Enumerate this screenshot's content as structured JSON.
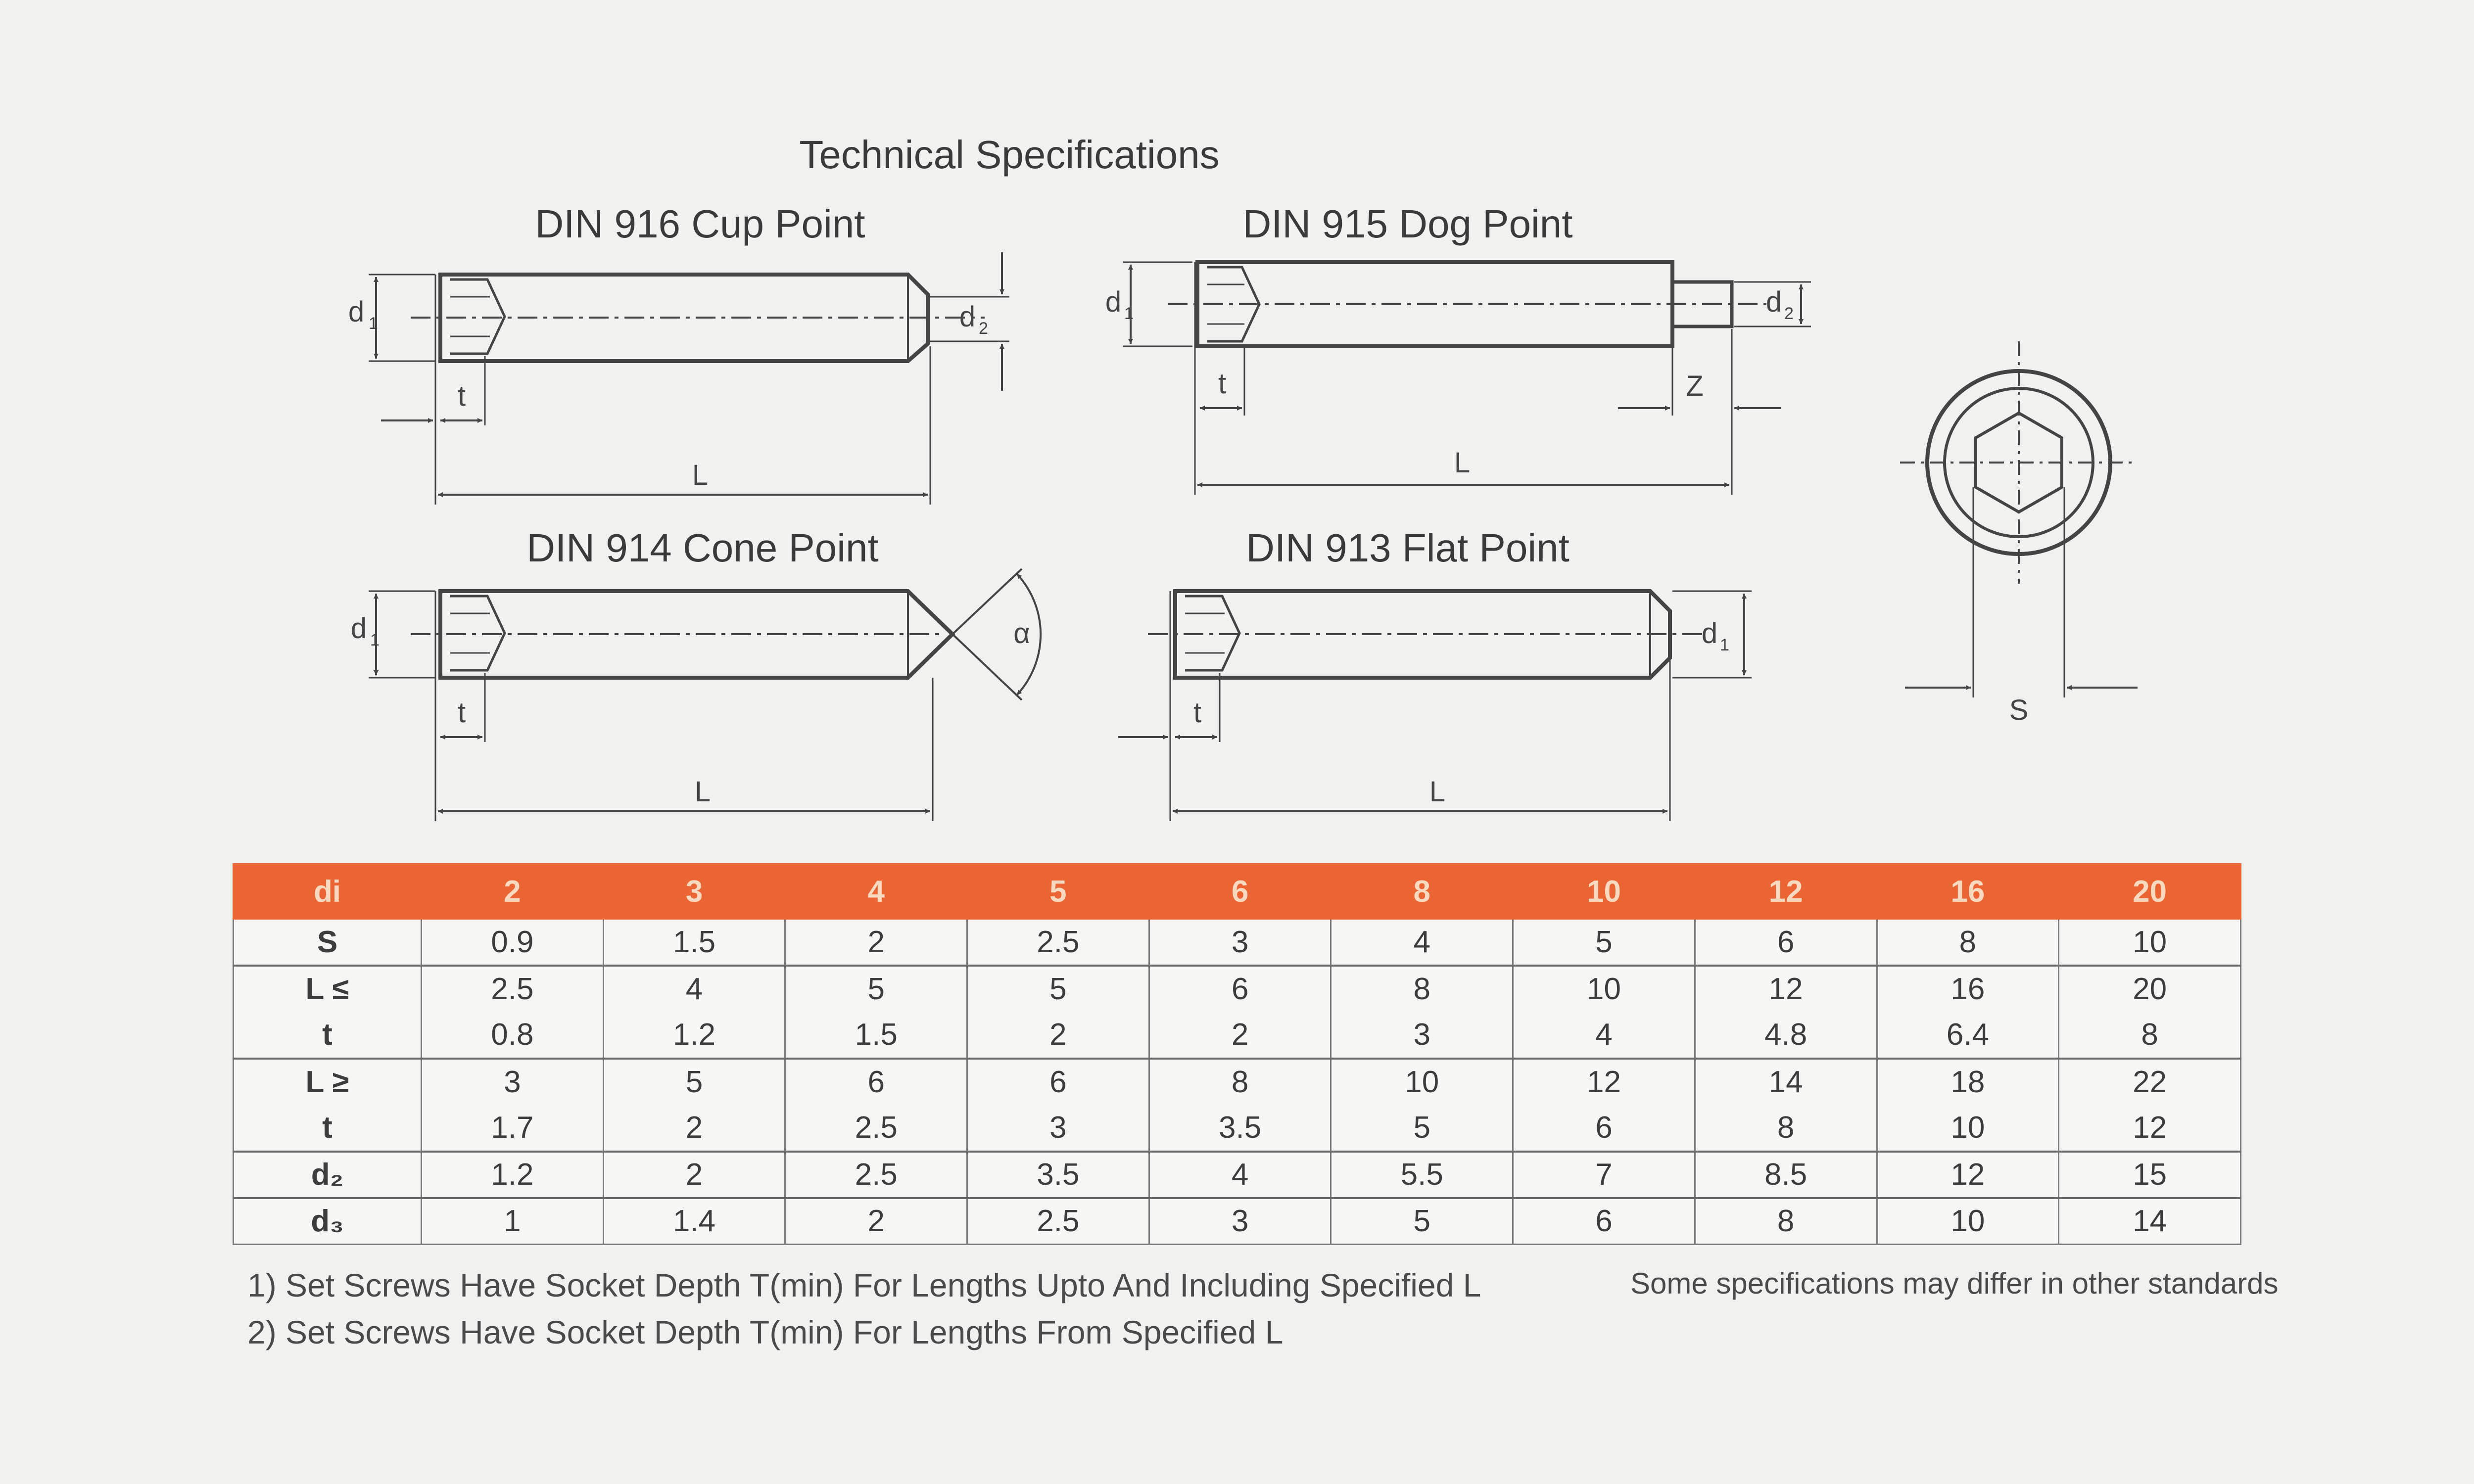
{
  "page_title": "Technical Specifications",
  "drawings": {
    "din916": {
      "title": "DIN 916 Cup  Point",
      "d1": "d",
      "d1_sub": "1",
      "d2": "d",
      "d2_sub": "2",
      "t": "t",
      "L": "L"
    },
    "din915": {
      "title": "DIN 915 Dog Point",
      "d1": "d",
      "d1_sub": "1",
      "d2": "d",
      "d2_sub": "2",
      "t": "t",
      "z": "Z",
      "L": "L"
    },
    "din914": {
      "title": "DIN 914 Cone  Point",
      "d1": "d",
      "d1_sub": "1",
      "alpha": "α",
      "t": "t",
      "L": "L"
    },
    "din913": {
      "title": "DIN 913 Flat Point",
      "d1": "d",
      "d1_sub": "1",
      "t": "t",
      "L": "L"
    },
    "end_view": {
      "s": "S"
    }
  },
  "table": {
    "header_label": "di",
    "sizes": [
      "2",
      "3",
      "4",
      "5",
      "6",
      "8",
      "10",
      "12",
      "16",
      "20"
    ],
    "rows": [
      {
        "label": "S",
        "values": [
          "0.9",
          "1.5",
          "2",
          "2.5",
          "3",
          "4",
          "5",
          "6",
          "8",
          "10"
        ]
      },
      {
        "label": "L ≤",
        "values": [
          "2.5",
          "4",
          "5",
          "5",
          "6",
          "8",
          "10",
          "12",
          "16",
          "20"
        ]
      },
      {
        "label": "t",
        "values": [
          "0.8",
          "1.2",
          "1.5",
          "2",
          "2",
          "3",
          "4",
          "4.8",
          "6.4",
          "8"
        ]
      },
      {
        "label": "L ≥",
        "values": [
          "3",
          "5",
          "6",
          "6",
          "8",
          "10",
          "12",
          "14",
          "18",
          "22"
        ]
      },
      {
        "label": "t",
        "values": [
          "1.7",
          "2",
          "2.5",
          "3",
          "3.5",
          "5",
          "6",
          "8",
          "10",
          "12"
        ]
      },
      {
        "label": "d₂",
        "values": [
          "1.2",
          "2",
          "2.5",
          "3.5",
          "4",
          "5.5",
          "7",
          "8.5",
          "12",
          "15"
        ]
      },
      {
        "label": "d₃",
        "values": [
          "1",
          "1.4",
          "2",
          "2.5",
          "3",
          "5",
          "6",
          "8",
          "10",
          "14"
        ]
      }
    ]
  },
  "notes": {
    "note1": "1) Set Screws Have Socket Depth T(min) For Lengths Upto And Including Specified L",
    "note2": "2) Set Screws Have Socket Depth T(min) For Lengths From Specified L",
    "disclaimer": "Some specifications may differ in other standards"
  },
  "colors": {
    "header_orange": "#ea6434",
    "background": "#f1f1f0",
    "line": "#444444"
  }
}
